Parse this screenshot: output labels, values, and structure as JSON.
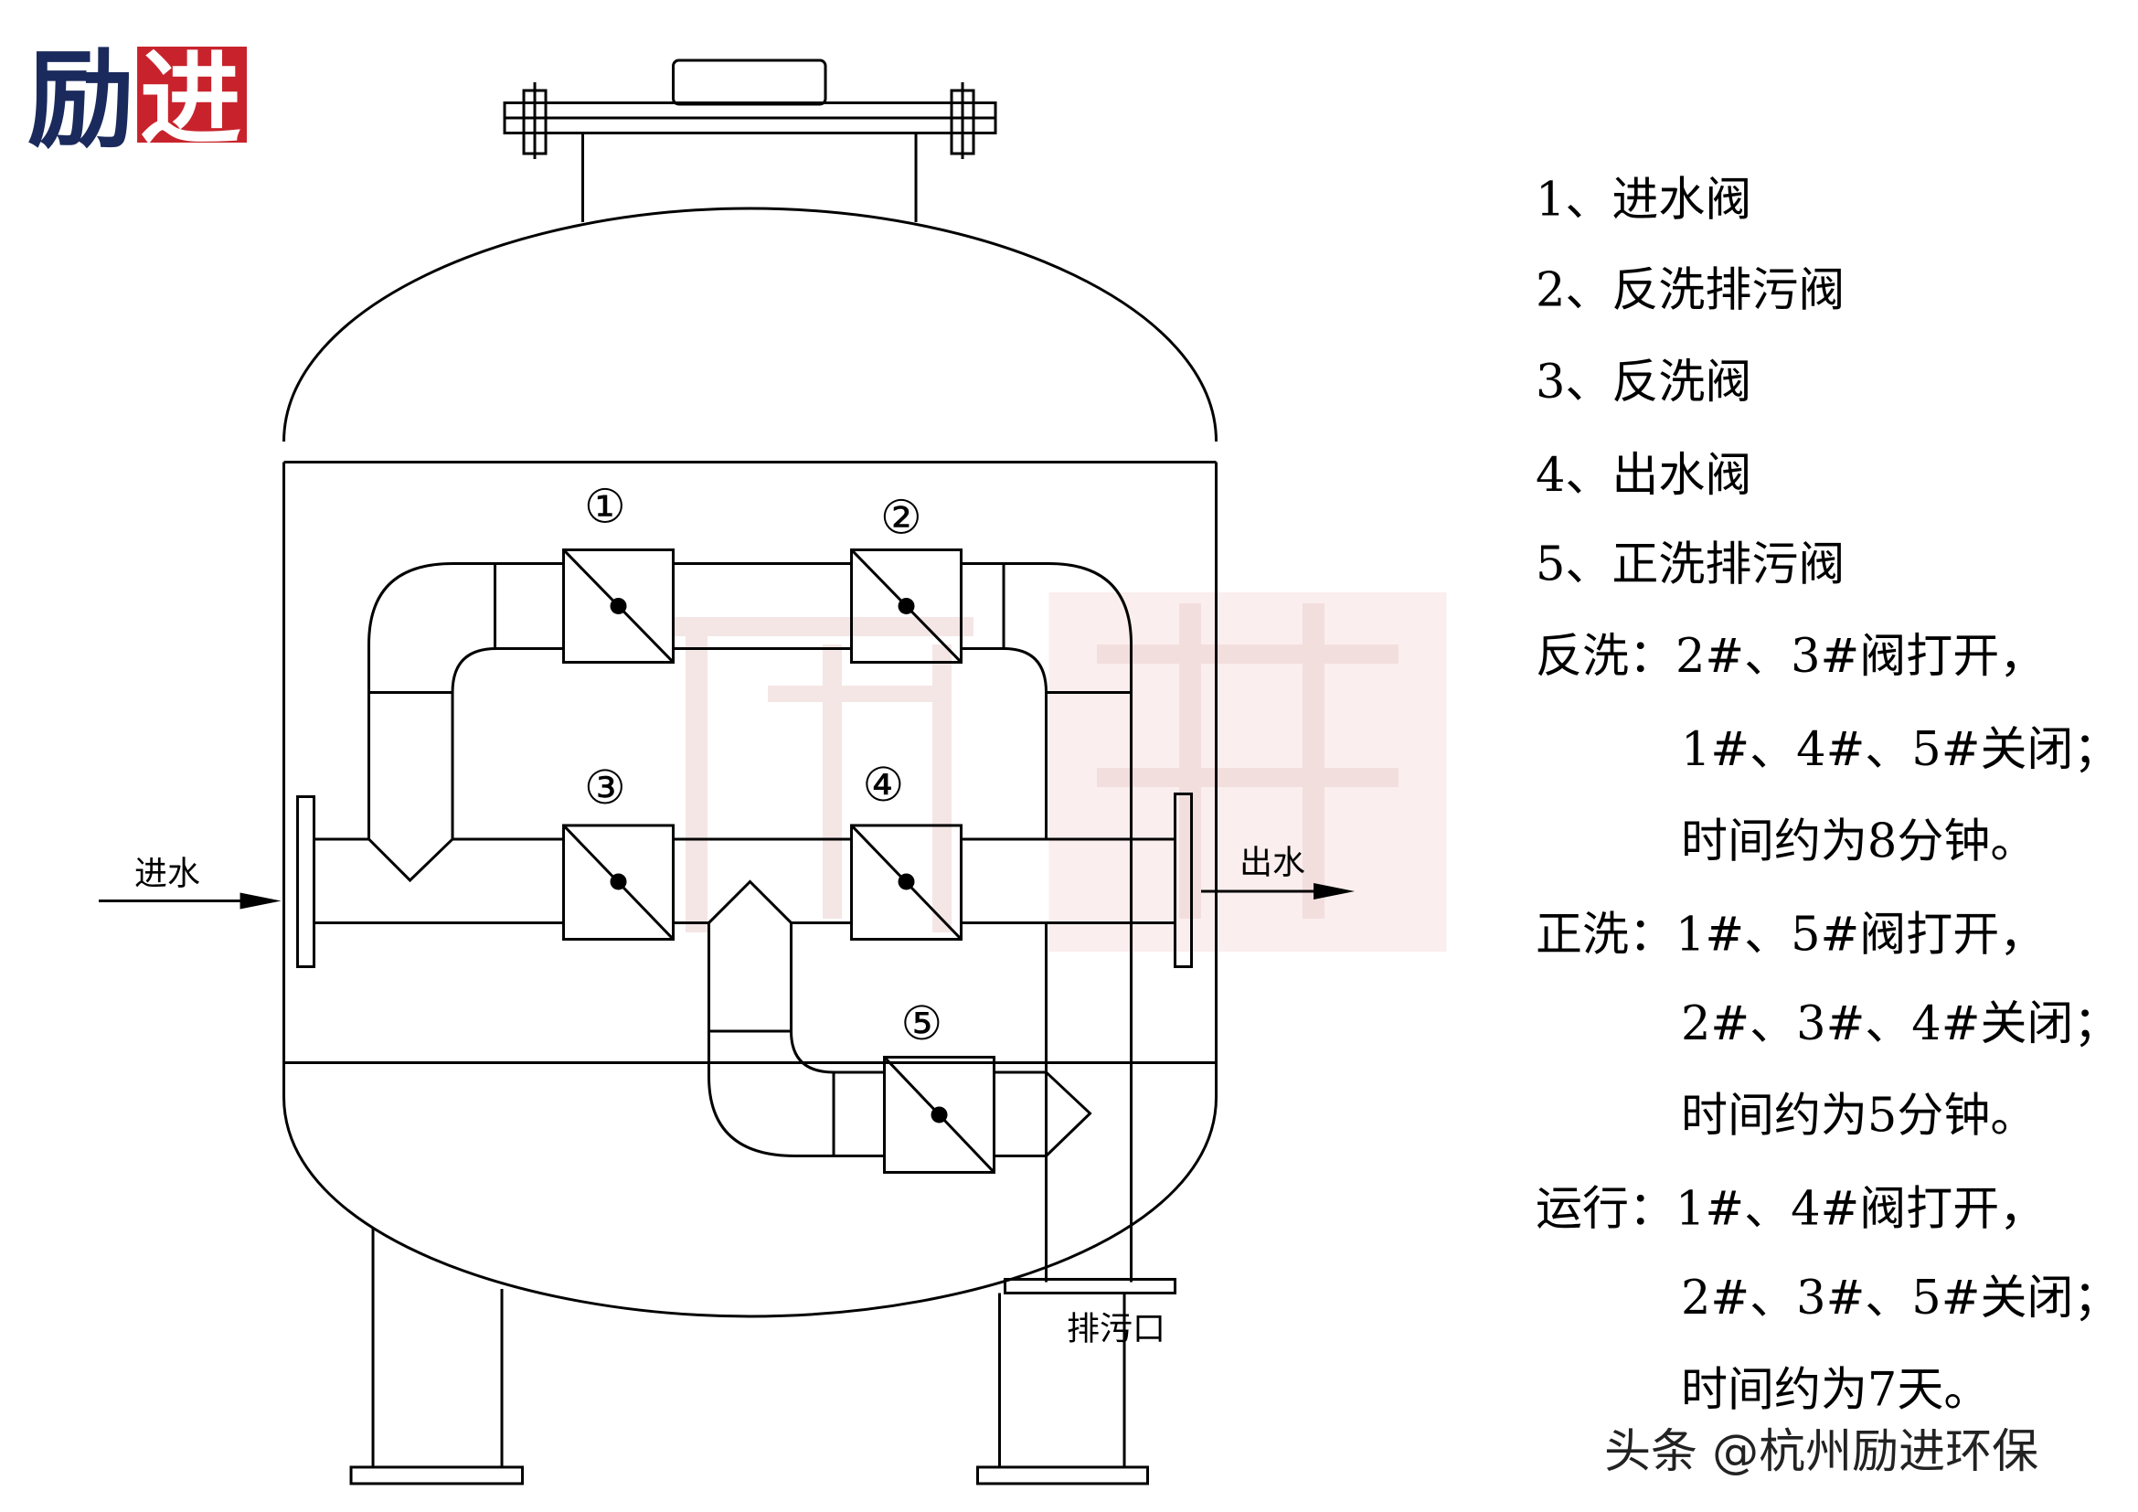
{
  "logo": {
    "char1": "励",
    "char2": "进",
    "brand_colors": {
      "navy": "#1b2a5c",
      "red": "#c8232c"
    }
  },
  "watermark": {
    "text": "励进"
  },
  "diagram": {
    "valve_labels": [
      "①",
      "②",
      "③",
      "④",
      "⑤"
    ],
    "inlet_label": "进水",
    "outlet_label": "出水",
    "drain_label": "排污口"
  },
  "legend": {
    "items": [
      "1、进水阀",
      "2、反洗排污阀",
      "3、反洗阀",
      "4、出水阀",
      "5、正洗排污阀"
    ],
    "modes": [
      {
        "title": "反洗：2#、3#阀打开，",
        "closed": "1#、4#、5#关闭；",
        "time": "时间约为8分钟。"
      },
      {
        "title": "正洗：1#、5#阀打开，",
        "closed": "2#、3#、4#关闭；",
        "time": "时间约为5分钟。"
      },
      {
        "title": "运行：1#、4#阀打开，",
        "closed": "2#、3#、5#关闭；",
        "time": "时间约为7天。"
      }
    ]
  },
  "footer": {
    "source": "头条 @杭州励进环保"
  }
}
